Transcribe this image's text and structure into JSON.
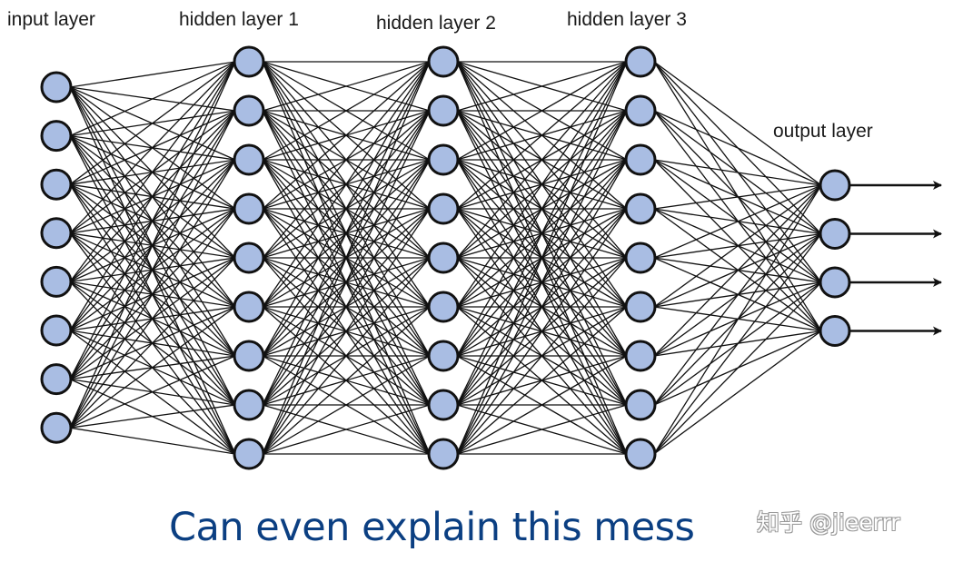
{
  "layers": [
    {
      "label": "input layer",
      "nodes": 8
    },
    {
      "label": "hidden layer 1",
      "nodes": 9
    },
    {
      "label": "hidden layer 2",
      "nodes": 9
    },
    {
      "label": "hidden layer 3",
      "nodes": 9
    },
    {
      "label": "output layer",
      "nodes": 4
    }
  ],
  "connectivity": "fully-connected",
  "output_arrows": 4,
  "colors": {
    "node_fill": "#a9bde3",
    "node_stroke": "#111111",
    "edge": "#111111",
    "caption": "#0b3f82",
    "watermark_outline": "#9a9a9a"
  },
  "caption": "Can even explain this mess",
  "watermark": "知乎 @jieerrr"
}
